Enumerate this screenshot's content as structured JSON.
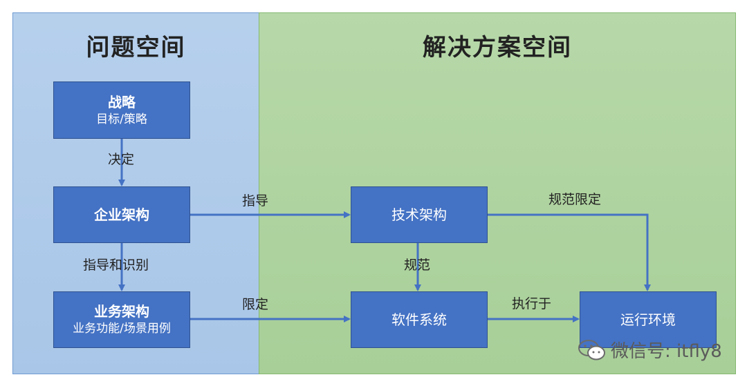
{
  "regions": {
    "problem": {
      "title": "问题空间"
    },
    "solution": {
      "title": "解决方案空间"
    }
  },
  "boxes": {
    "strategy": {
      "title": "战略",
      "subtitle": "目标/策略"
    },
    "enterprise": {
      "title": "企业架构"
    },
    "business": {
      "title": "业务架构",
      "subtitle": "业务功能/场景用例"
    },
    "tech": {
      "title": "技术架构"
    },
    "software": {
      "title": "软件系统"
    },
    "runtime": {
      "title": "运行环境"
    }
  },
  "edges": {
    "decide": "决定",
    "guide": "指导",
    "guide_identify": "指导和识别",
    "limit": "限定",
    "spec_limit": "规范限定",
    "spec": "规范",
    "execute_on": "执行于"
  },
  "watermark": {
    "text": "微信号: itfly8",
    "icon": "wechat-icon"
  },
  "colors": {
    "box": "#4472c4",
    "arrow": "#4472c4",
    "problem_bg": "#a9c6e8",
    "solution_bg": "#a8cf98"
  }
}
